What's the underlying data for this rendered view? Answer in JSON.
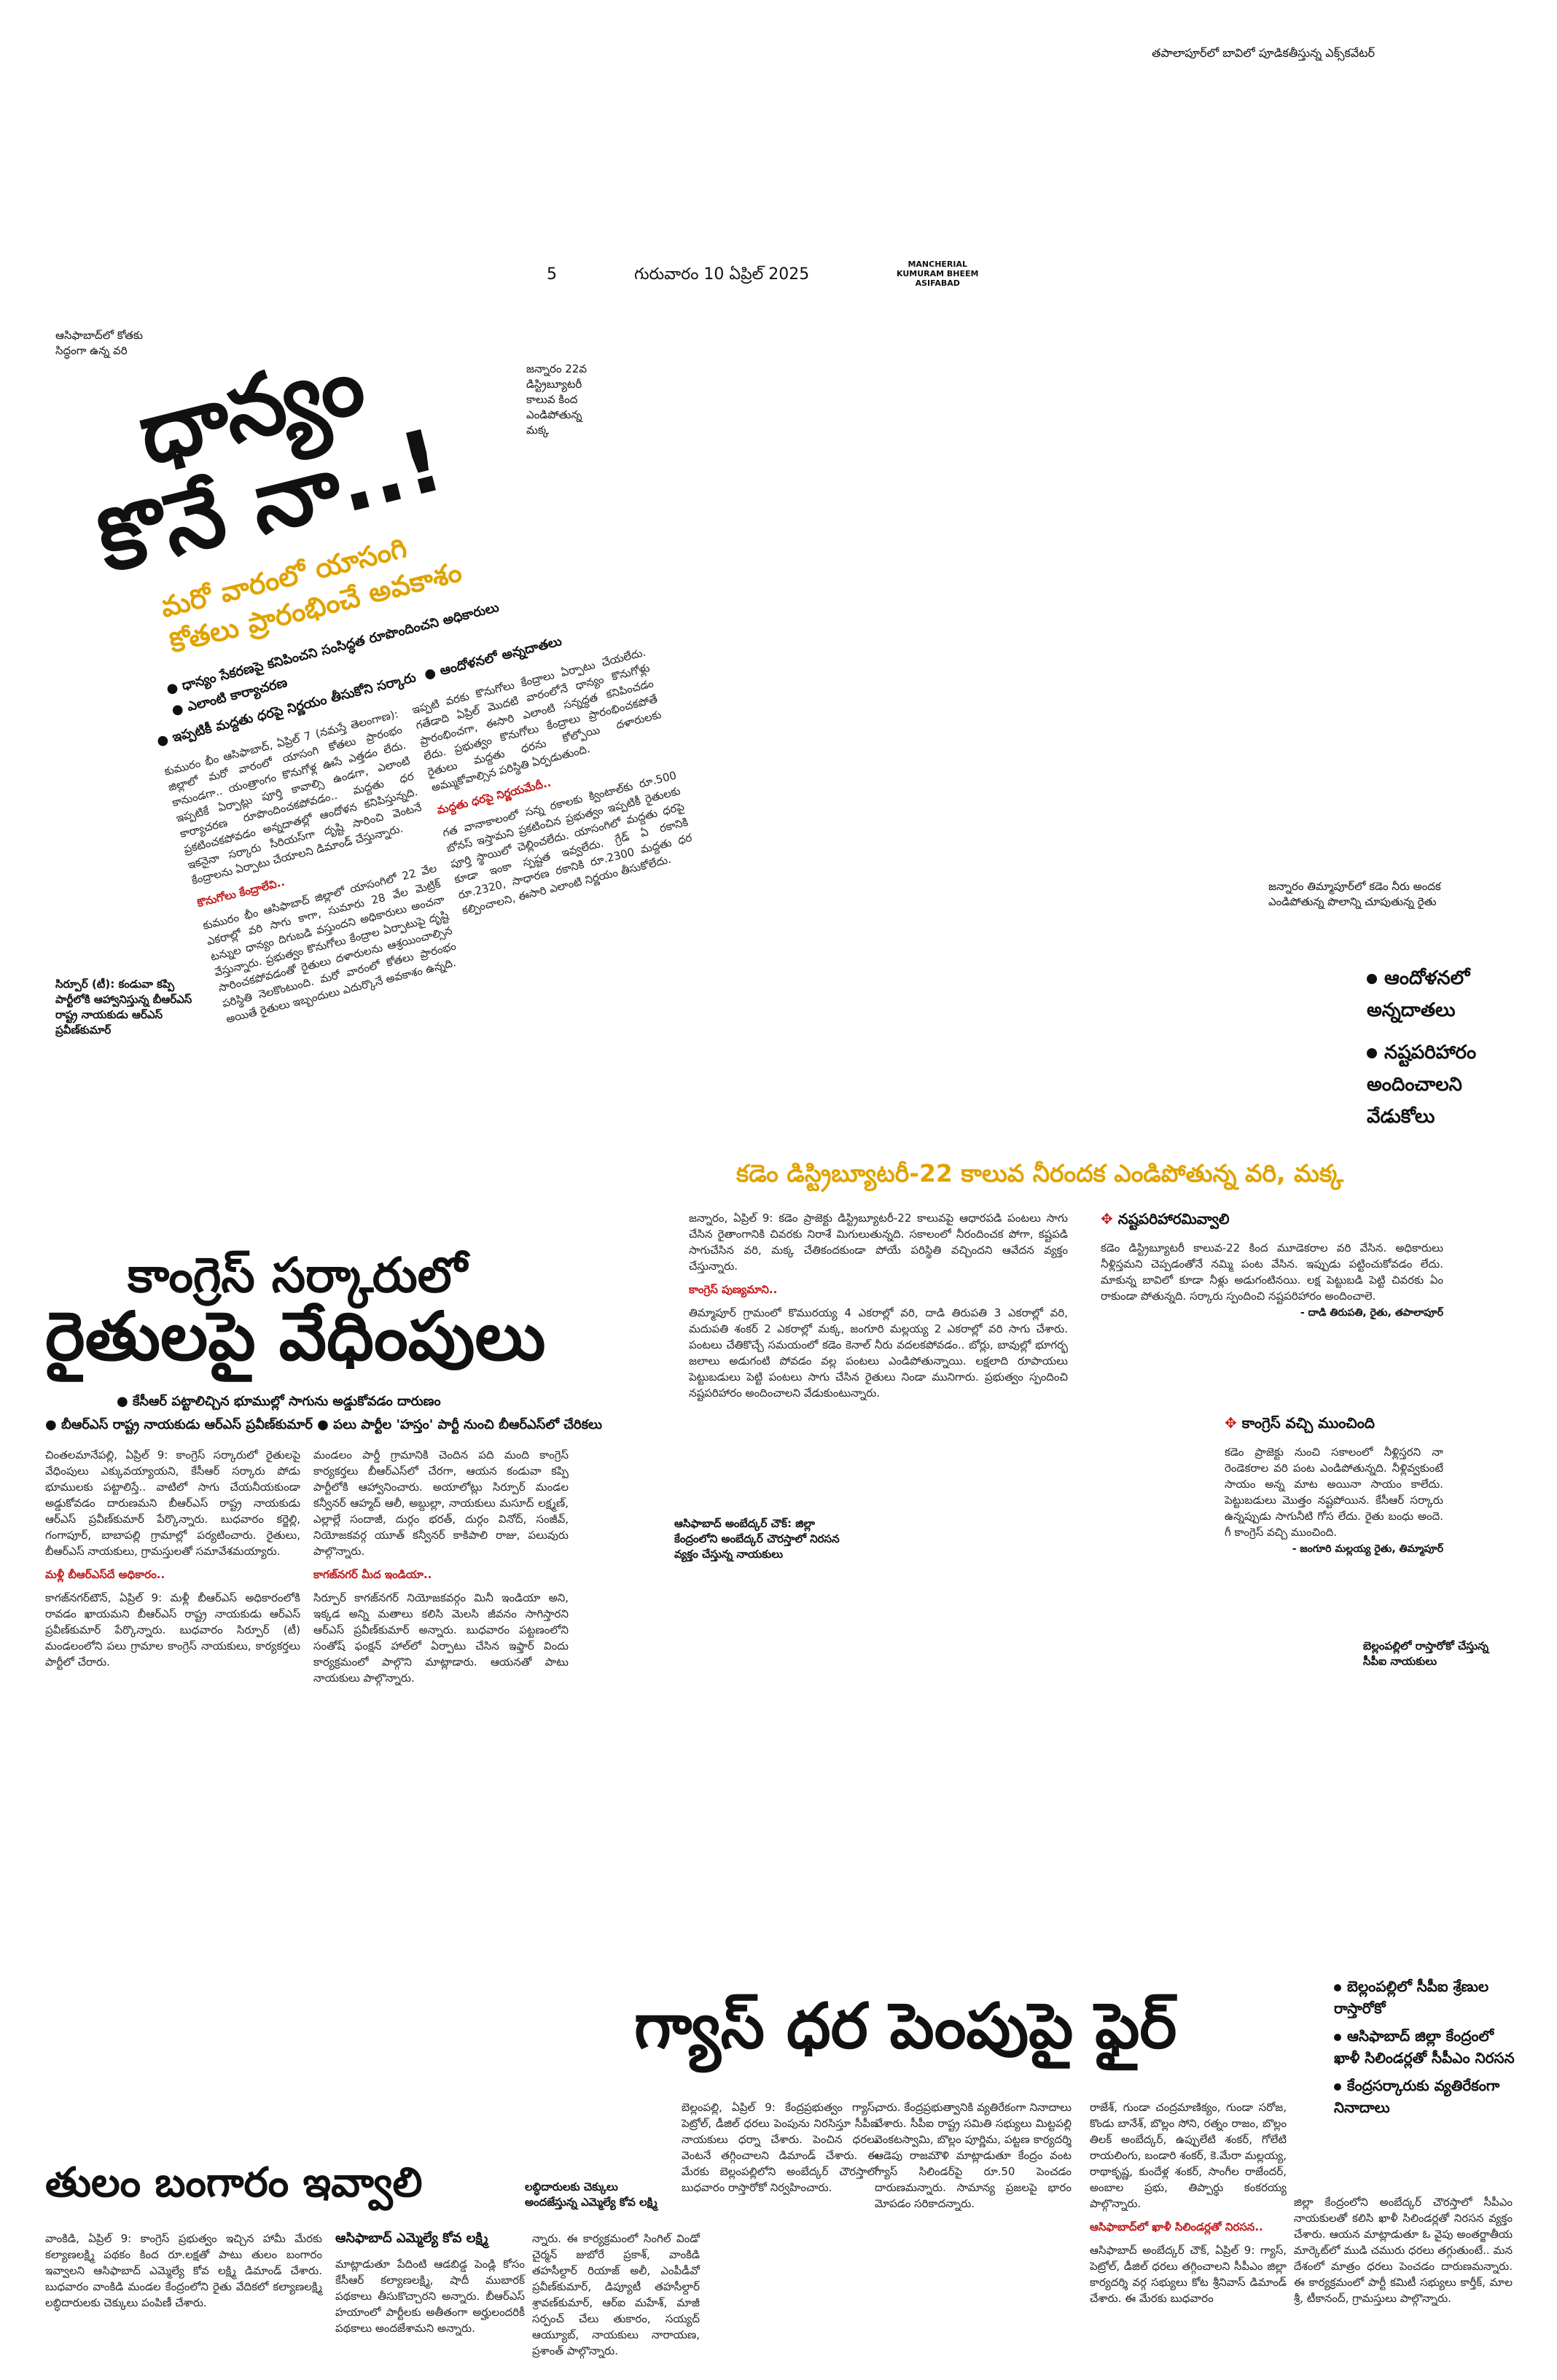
{
  "top_caption": "తపాలాపూర్‌లో బావిలో పూడికతీస్తున్న ఎక్స్‌కవేటర్",
  "masthead": {
    "page_no": "5",
    "date": "గురువారం 10 ఏప్రిల్ 2025",
    "edition_line1": "MANCHERIAL",
    "edition_line2": "KUMURAM BHEEM",
    "edition_line3": "ASIFABAD"
  },
  "story1": {
    "photo_caption_left": "ఆసిఫాబాద్‌లో కోతకు సిద్ధంగా ఉన్న వరి",
    "photo_caption_right": "జన్నారం 22వ డిస్ట్రిబ్యూటరీ కాలువ కింద ఎండిపోతున్న మక్క",
    "headline_line1": "ధాన్యం",
    "headline_line2": "కొనే నా..!",
    "kicker_line1": "మరో వారంలో యాసంగి",
    "kicker_line2": "కోతలు ప్రారంభించే అవకాశం",
    "bullet1": "ధాన్యం సేకరణపై కనిపించని సంసిద్ధత",
    "bullet2": "రూపొందించని అధికారులు",
    "bullet3": "ఎలాంటి కార్యాచరణ",
    "bullet4": "ఇప్పటికీ మద్దతు ధరపై నిర్ణయం తీసుకోని సర్కారు",
    "bullet5": "ఆందోళనలో అన్నదాతలు",
    "para1": "కుమురం భీం ఆసిఫాబాద్, ఏప్రిల్ 7 (నమస్తే తెలంగాణ): జిల్లాలో మరో వారంలో యాసంగి కోతలు ప్రారంభం కానుండగా.. యంత్రాంగం కొనుగోళ్ల ఊసే ఎత్తడం లేదు. ఇప్పటికే ఏర్పాట్లు పూర్తి కావాల్సి ఉండగా, ఎలాంటి కార్యాచరణ రూపొందించకపోవడం.. మద్దతు ధర ప్రకటించకపోవడం అన్నదాతల్లో ఆందోళన కనిపిస్తున్నది. ఇకనైనా సర్కారు సీరియస్‌గా దృష్టి సారించి వెంటనే కేంద్రాలను ఏర్పాటు చేయాలని డిమాండ్ చేస్తున్నారు.",
    "sub1": "కొనుగోలు కేంద్రాలేవి..",
    "para2": "కుమురం భీం ఆసిఫాబాద్ జిల్లాలో యాసంగిలో 22 వేల ఎకరాల్లో వరి సాగు కాగా, సుమారు 28 వేల మెట్రిక్ టన్నుల ధాన్యం దిగుబడి వస్తుందని అధికారులు అంచనా వేస్తున్నారు. ప్రభుత్వం కొనుగోలు కేంద్రాల ఏర్పాటుపై దృష్టి సారించకపోవడంతో రైతులు దళారులను ఆశ్రయించాల్సిన పరిస్థితి నెలకొంటుంది. మరో వారంలో కోతలు ప్రారంభం అయితే రైతులు ఇబ్బందులు ఎదుర్కొనే అవకాశం ఉన్నది.",
    "para3": "ఇప్పటి వరకు కొనుగోలు కేంద్రాలు ఏర్పాటు చేయలేదు. గతేడాది ఏప్రిల్ మొదటి వారంలోనే ధాన్యం కొనుగోళ్లు ప్రారంభించగా, ఈసారి ఎలాంటి సన్నద్ధత కనిపించడం లేదు. ప్రభుత్వం కొనుగోలు కేంద్రాలు ప్రారంభించకపోతే రైతులు మద్దతు ధరను కోల్పోయి దళారులకు అమ్ముకోవాల్సిన పరిస్థితి ఏర్పడుతుంది.",
    "sub2": "మద్దతు ధరపై నిర్ణయమేదీ..",
    "para4": "గత వానాకాలంలో సన్న రకాలకు క్వింటాల్‌కు రూ.500 బోనస్ ఇస్తామని ప్రకటించిన ప్రభుత్వం ఇప్పటికీ రైతులకు పూర్తి స్థాయిలో చెల్లించలేదు. యాసంగిలో మద్దతు ధరపై కూడా ఇంకా స్పష్టత ఇవ్వలేదు. గ్రేడ్ ఏ రకానికి రూ.2320, సాధారణ రకానికి రూ.2300 మద్దతు ధర కల్పించాలని, ఈసారి ఎలాంటి నిర్ణయం తీసుకోలేదు.",
    "side_caption": "సిర్పూర్ (టీ): కండువా కప్పి పార్టీలోకి ఆహ్వానిస్తున్న బీఆర్‌ఎస్ రాష్ట్ర నాయకుడు ఆర్‌ఎస్ ప్రవీణ్‌కుమార్"
  },
  "right_col": {
    "photo_caption": "జన్నారం తిమ్మాపూర్‌లో కడెం నీరు అందక ఎండిపోతున్న పొలాన్ని చూపుతున్న రైతు",
    "bullets": [
      "ఆందోళనలో అన్నదాతలు",
      "నష్టపరిహారం అందించాలని వేడుకోలు"
    ]
  },
  "story2": {
    "headline": "కడెం డిస్ట్రిబ్యూటరీ-22 కాలువ నీరందక ఎండిపోతున్న వరి, మక్క",
    "para1": "జన్నారం, ఏప్రిల్ 9: కడెం ప్రాజెక్టు డిస్ట్రిబ్యూటరీ-22 కాలువపై ఆధారపడి పంటలు సాగు చేసిన రైతాంగానికి చివరకు నిరాశే మిగులుతున్నది. సకాలంలో నీరందించక పోగా, కష్టపడి సాగుచేసిన వరి, మక్క చేతికందకుండా పోయే పరిస్థితి వచ్చిందని ఆవేదన వ్యక్తం చేస్తున్నారు.",
    "sub1": "కాంగ్రెస్ పుణ్యమాని..",
    "para2": "తిమ్మాపూర్ గ్రామంలో కొమురయ్య 4 ఎకరాల్లో వరి, దాడి తిరుపతి 3 ఎకరాల్లో వరి, మదుపతి శంకర్ 2 ఎకరాల్లో మక్క, జంగూరి మల్లయ్య 2 ఎకరాల్లో వరి సాగు చేశారు. పంటలు చేతికొచ్చే సమయంలో కడెం కెనాల్ నీరు వదలకపోవడం.. బోర్లు, బావుల్లో భూగర్భ జలాలు అడుగంటి పోవడం వల్ల పంటలు ఎండిపోతున్నాయి. లక్షలాది రూపాయలు పెట్టుబడులు పెట్టి పంటలు సాగు చేసిన రైతులు నిండా మునిగారు. ప్రభుత్వం స్పందించి నష్టపరిహారం అందించాలని వేడుకుంటున్నారు.",
    "inline_caption": "ఆసిఫాబాద్ అంబేద్కర్ చౌక్: జిల్లా కేంద్రంలోని అంబేద్కర్ చౌరస్తాలో నిరసన వ్యక్తం చేస్తున్న నాయకులు",
    "q1_title": "నష్టపరిహారమివ్వాలి",
    "q1_text": "కడెం డిస్ట్రిబ్యూటరీ కాలువ-22 కింద మూడెకరాల వరి వేసిన. అధికారులు నీళ్లిస్తమని చెప్పడంతోనే నమ్మి పంట వేసిన. ఇప్పుడు పట్టించుకోవడం లేదు. మాకున్న బావిలో కూడా నీళ్లు అడుగంటినయి. లక్ష పెట్టుబడి పెట్టి చివరకు ఏం రాకుండా పోతున్నది. సర్కారు స్పందించి నష్టపరిహారం అందించాలె.",
    "q1_sig": "- దాడి తిరుపతి, రైతు, తపాలాపూర్",
    "q2_title": "కాంగ్రెస్ వచ్చి ముంచింది",
    "q2_text": "కడెం ప్రాజెక్టు నుంచి సకాలంలో నీళ్లిస్తరని నా రెండెకరాల వరి పంట ఎండిపోతున్నది. నీళ్లివ్వకుంటే సాయం అన్న మాట అయినా సాయం కాలేదు. పెట్టుబడులు మొత్తం నష్టపోయిన. కేసీఆర్ సర్కారు ఉన్నప్పుడు సాగునీటి గోస లేదు. రైతు బంధు అందె. గీ కాంగ్రెస్ వచ్చి ముంచింది.",
    "q2_sig": "- జంగూరి మల్లయ్య రైతు, తిమ్మాపూర్",
    "side_caption": "బెల్లంపల్లిలో రాస్తారోకో చేస్తున్న సీపీఐ నాయకులు"
  },
  "story3": {
    "headline_line1": "కాంగ్రెస్ సర్కారులో",
    "headline_line2": "రైతులపై వేధింపులు",
    "bullet1": "కేసీఆర్ పట్టాలిచ్చిన భూముల్లో సాగును అడ్డుకోవడం దారుణం",
    "bullet2": "బీఆర్‌ఎస్ రాష్ట్ర నాయకుడు ఆర్‌ఎస్ ప్రవీణ్‌కుమార్ ● పలు పార్టీల 'హస్తం' పార్టీ నుంచి బీఆర్‌ఎస్‌లో చేరికలు",
    "para1": "చింతలమానేపల్లి, ఏప్రిల్ 9: కాంగ్రెస్ సర్కారులో రైతులపై వేధింపులు ఎక్కువయ్యాయని, కేసీఆర్ సర్కారు పోడు భూములకు పట్టాలిస్తే.. వాటిలో సాగు చేయనీయకుండా అడ్డుకోవడం దారుణమని బీఆర్‌ఎస్ రాష్ట్ర నాయకుడు ఆర్‌ఎస్ ప్రవీణ్‌కుమార్ పేర్కొన్నారు. బుధవారం కర్జెల్లి, గంగాపూర్, బాబాపల్లి గ్రామాల్లో పర్యటించారు. రైతులు, బీఆర్‌ఎస్ నాయకులు, గ్రామస్తులతో సమావేశమయ్యారు.",
    "sub1": "మళ్లీ బీఆర్‌ఎస్‌దే అధికారం..",
    "para2": "కాగజ్‌నగర్‌టౌన్, ఏప్రిల్ 9: మళ్లీ బీఆర్‌ఎస్ అధికారంలోకి రావడం ఖాయమని బీఆర్‌ఎస్ రాష్ట్ర నాయకుడు ఆర్‌ఎస్ ప్రవీణ్‌కుమార్ పేర్కొన్నారు. బుధవారం సిర్పూర్ (టీ) మండలంలోని పలు గ్రామాల కాంగ్రెస్ నాయకులు, కార్యకర్తలు పార్టీలో చేరారు.",
    "para3": "మండలం పార్డీ గ్రామానికి చెందిన పది మంది కాంగ్రెస్ కార్యకర్తలు బీఆర్‌ఎస్‌లో చేరగా, ఆయన కండువా కప్పి పార్టీలోకి ఆహ్వానించారు. అయాలోట్లు సిర్పూర్ మండల కన్వీనర్ ఆహ్మద్ ఆలీ, అబ్దుల్లా, నాయకులు మసూద్ లక్ష్మణ్, ఎల్లాల్లే సందాజీ, దుర్గం భరత్, దుర్గం వినోద్, సంజీవ్, నియోజకవర్గ యూత్ కన్వీనర్ కాకిపాలి రాజు, పలువురు పాల్గొన్నారు.",
    "sub2": "కాగజ్‌నగర్ మీద ఇండియా..",
    "para4": "సిర్పూర్ కాగజ్‌నగర్ నియోజకవర్గం మినీ ఇండియా అని, ఇక్కడ అన్ని మతాలు కలిసి మెలసి జీవనం సాగిస్తారని ఆర్‌ఎస్ ప్రవీణ్‌కుమార్ అన్నారు. బుధవారం పట్టణంలోని సంతోష్ ఫంక్షన్ హాల్‌లో ఏర్పాటు చేసిన ఇఫ్తార్ విందు కార్యక్రమంలో పాల్గొని మాట్లాడారు. ఆయనతో పాటు నాయకులు పాల్గొన్నారు."
  },
  "story4": {
    "headline": "గ్యాస్ ధర పెంపుపై ఫైర్",
    "bullets": [
      "బెల్లంపల్లిలో సీపీఐ శ్రేణుల రాస్తారోకో",
      "ఆసిఫాబాద్ జిల్లా కేంద్రంలో ఖాళీ సిలిండర్లతో సీపీఎం నిరసన",
      "కేంద్రసర్కారుకు వ్యతిరేకంగా నినాదాలు"
    ],
    "para1": "బెల్లంపల్లి, ఏప్రిల్ 9: కేంద్రప్రభుత్వం గ్యాస్, పెట్రోల్, డీజిల్ ధరలు పెంపును నిరసిస్తూ సీపీఐ నాయకులు ధర్నా చేశారు. పెంచిన ధరలు వెంటనే తగ్గించాలని డిమాండ్ చేశారు. ఈ మేరకు బెల్లంపల్లిలోని అంబేద్కర్ చౌరస్తాలో బుధవారం రాస్తారోకో నిర్వహించారు.",
    "para2": "చారు. కేంద్రప్రభుత్వానికి వ్యతిరేకంగా నినాదాలు చేశారు. సీపీఐ రాష్ట్ర సమితి సభ్యులు మిట్టపల్లి వెంకటస్వామి, బొల్లం పూర్ణిమ, పట్టణ కార్యదర్శి ఆడెపు రాజమౌళి మాట్లాడుతూ కేంద్రం వంట గ్యాస్ సిలిండర్‌పై రూ.50 పెంచడం దారుణమన్నారు. సామాన్య ప్రజలపై భారం మోపడం సరికాదన్నారు.",
    "para3": "రాజేశ్, గుండా చంద్రమాణిక్యం, గుండా సరోజ, కొండు బానేశ్, బొల్లం సోని, రత్నం రాజం, బొల్లం తిలక్ అంబేద్కర్, ఉప్పులేటి శంకర్, గోలేటి రాయలింగు, బండారి శంకర్, కె.మేరా మల్లయ్య, రాథాకృష్ణ, కుందేళ్ల శంకర్, సాంగీల రాజేందర్, అంబాల ప్రభు, తిప్పార్థు కంకరయ్య పాల్గొన్నారు.",
    "sub1": "ఆసిఫాబాద్‌లో ఖాళీ సిలిండర్లతో నిరసన..",
    "para4": "ఆసిఫాబాద్ అంబేద్కర్ చౌక్, ఏప్రిల్ 9: గ్యాస్, పెట్రోల్, డీజిల్ ధరలు తగ్గించాలని సీపీఎం జిల్లా కార్యదర్శి వర్గ సభ్యులు కోట శ్రీనివాస్ డిమాండ్ చేశారు. ఈ మేరకు బుధవారం",
    "para5": "జిల్లా కేంద్రంలోని అంబేద్కర్ చౌరస్తాలో సీపీఎం నాయకులతో కలిసి ఖాళీ సిలిండర్లతో నిరసన వ్యక్తం చేశారు. ఆయన మాట్లాడుతూ ఓ వైపు అంతర్జాతీయ మార్కెట్‌లో ముడి చమురు ధరలు తగ్గుతుంటే.. మన దేశంలో మాత్రం ధరలు పెంచడం దారుణమన్నారు. ఈ కార్యక్రమంలో పార్టీ కమిటీ సభ్యులు కార్తీక్, మాల శ్రీ, టీకానంద్, గ్రామస్తులు పాల్గొన్నారు."
  },
  "story5": {
    "headline": "తులం బంగారం ఇవ్వాలి",
    "caption": "లబ్ధిదారులకు చెక్కులు అందజేస్తున్న ఎమ్మెల్యే కోవ లక్ష్మి",
    "byline": "ఆసిఫాబాద్ ఎమ్మెల్యే కోవ లక్ష్మి",
    "para1": "వాంకిడి, ఏప్రిల్ 9: కాంగ్రెస్ ప్రభుత్వం ఇచ్చిన హామీ మేరకు కల్యాణలక్ష్మి పథకం కింద రూ.లక్షతో పాటు తులం బంగారం ఇవ్వాలని ఆసిఫాబాద్ ఎమ్మెల్యే కోవ లక్ష్మి డిమాండ్ చేశారు. బుధవారం వాంకిడి మండల కేంద్రంలోని రైతు వేదికలో కల్యాణలక్ష్మి లబ్ధిదారులకు చెక్కులు పంపిణీ చేశారు.",
    "para2": "మాట్లాడుతూ పేదింటి ఆడబిడ్డ పెండ్లి కోసం కేసీఆర్ కల్యాణలక్ష్మి, షాదీ ముబారక్ పథకాలు తీసుకొచ్చారని అన్నారు. బీఆర్‌ఎస్ హయాంలో పార్టీలకు అతీతంగా అర్హులందరికీ పథకాలు అందజేశామని అన్నారు.",
    "para3": "న్నారు. ఈ కార్యక్రమంలో సింగిల్ విండో చైర్మన్ జుబోరే ప్రకాశ్, వాంకిడి తహసీల్దార్ రియాజ్ అలీ, ఎంపీడీవో ప్రవీణ్‌కుమార్, డిప్యూటీ తహసీల్దార్ శ్రావణ్‌కుమార్, ఆర్‌ఐ మహేశ్, మాజీ సర్పంచ్ చేలు తుకారం, సయ్యద్ ఆయ్యూబ్, నాయకులు నారాయణ, ప్రశాంత్ పాల్గొన్నారు."
  }
}
